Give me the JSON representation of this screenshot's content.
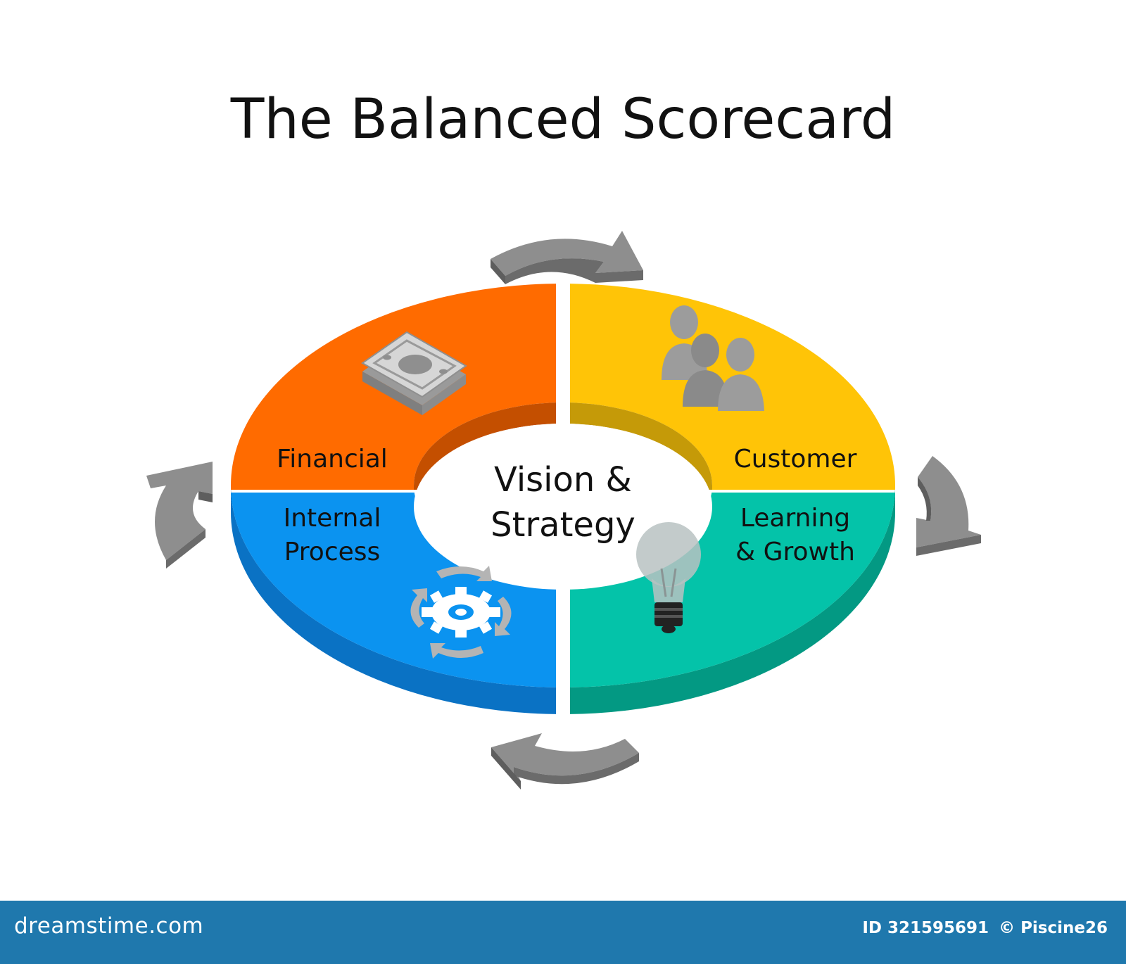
{
  "title": "The Balanced Scorecard",
  "center": {
    "line1": "Vision &",
    "line2": "Strategy"
  },
  "segments": [
    {
      "key": "financial",
      "lines": [
        "Financial"
      ],
      "color": "#ff6b00",
      "side_color": "#d45700",
      "icon": "money-icon"
    },
    {
      "key": "customer",
      "lines": [
        "Customer"
      ],
      "color": "#ffc407",
      "side_color": "#c9960a",
      "icon": "people-icon"
    },
    {
      "key": "internal",
      "lines": [
        "Internal",
        "Process"
      ],
      "color": "#0b93f0",
      "side_color": "#0a72c4",
      "icon": "gear-process-icon"
    },
    {
      "key": "learning",
      "lines": [
        "Learning",
        "& Growth"
      ],
      "color": "#04c3a9",
      "side_color": "#039983",
      "icon": "lightbulb-icon"
    }
  ],
  "arrow_color": "#7b7b7b",
  "footer": {
    "brand": "dreamstime.com",
    "id_label": "ID 321595691",
    "credit": "© Piscine26",
    "bar_color": "#1f78ad"
  }
}
